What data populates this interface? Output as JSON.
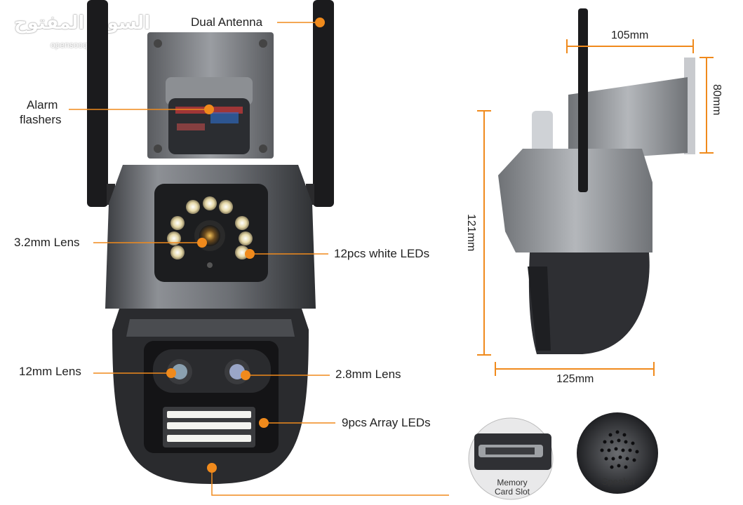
{
  "watermark": {
    "arabic": "السوق المفتوح",
    "latin": "opensooq.com"
  },
  "callouts": {
    "dual_antenna": "Dual Antenna",
    "alarm_flashers_line1": "Alarm",
    "alarm_flashers_line2": "flashers",
    "lens_3_2": "3.2mm Lens",
    "white_leds": "12pcs white LEDs",
    "lens_12": "12mm Lens",
    "lens_2_8": "2.8mm Lens",
    "array_leds": "9pcs Array LEDs"
  },
  "dimensions": {
    "width_top": "105mm",
    "height_mount": "80mm",
    "height_total": "121mm",
    "width_body": "125mm"
  },
  "insets": {
    "memory_line1": "Memory",
    "memory_line2": "Card Slot",
    "speaker": "Speaker"
  },
  "colors": {
    "callout_dot": "#f08a1c",
    "callout_line": "#f08a1c",
    "camera_body": "#5b5e63",
    "camera_dark": "#2a2b2e"
  }
}
